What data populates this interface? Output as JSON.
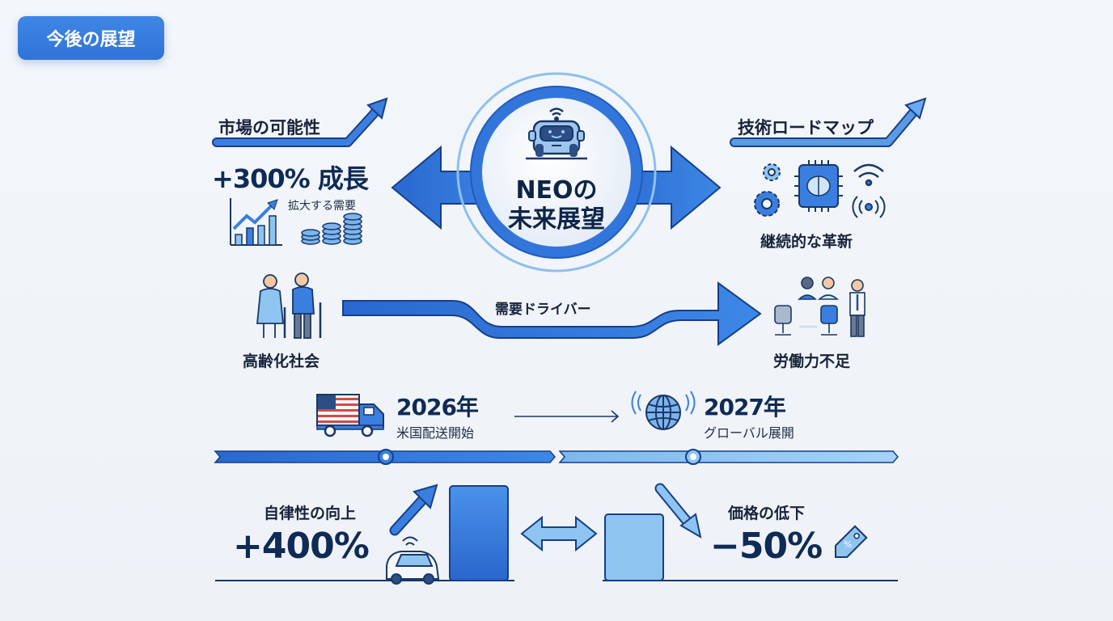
{
  "header": {
    "title": "今後の展望"
  },
  "center": {
    "line1": "NEOの",
    "line2": "未来展望",
    "icon": "robot-car-icon"
  },
  "market": {
    "heading": "市場の可能性",
    "growth": "+300% 成長",
    "caption": "拡大する需要",
    "icons": [
      "bar-chart-growth-icon",
      "coin-stacks-icon"
    ]
  },
  "tech": {
    "heading": "技術ロードマップ",
    "caption": "継続的な革新",
    "icons": [
      "gears-icon",
      "ai-chip-icon",
      "wifi-icon",
      "broadcast-icon"
    ]
  },
  "drivers": {
    "label": "需要ドライバー",
    "left_caption": "高齢化社会",
    "right_caption": "労働力不足"
  },
  "timeline": {
    "milestones": [
      {
        "year": "2026年",
        "desc": "米国配送開始",
        "icon": "us-flag-truck-icon"
      },
      {
        "year": "2027年",
        "desc": "グローバル展開",
        "icon": "globe-icon"
      }
    ]
  },
  "metrics": {
    "autonomy": {
      "label": "自律性の向上",
      "value": "+400%"
    },
    "price": {
      "label": "価格の低下",
      "value": "−50%"
    }
  },
  "colors": {
    "primary": "#2f74d8",
    "dark_blue": "#1e56b8",
    "light_blue": "#8cc4f0",
    "navy_text": "#0f2a55",
    "background": "#f1f4f8"
  }
}
